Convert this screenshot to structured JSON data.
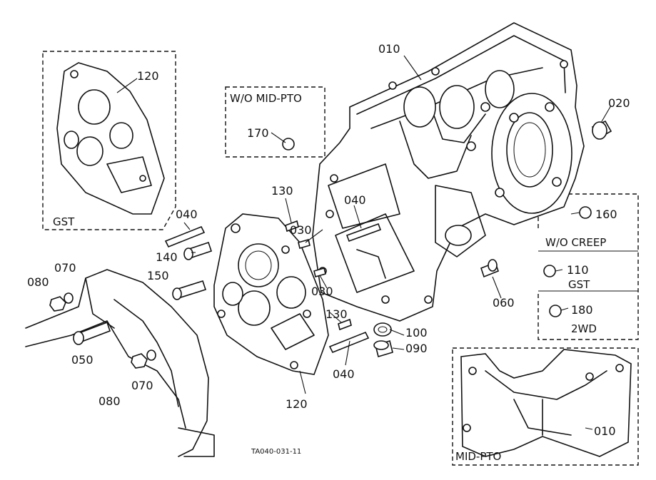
{
  "diagram": {
    "part_labels": {
      "p010_main": "010",
      "p020": "020",
      "p120_top": "120",
      "p120_bottom": "120",
      "p170": "170",
      "p130_top": "130",
      "p130_bottom": "130",
      "p040_left": "040",
      "p040_mid": "040",
      "p040_bottom": "040",
      "p030_top": "030",
      "p030_bottom": "030",
      "p140": "140",
      "p150": "150",
      "p070_top": "070",
      "p070_bottom": "070",
      "p080_top": "080",
      "p080_bottom": "080",
      "p050": "050",
      "p060": "060",
      "p100": "100",
      "p090": "090",
      "p160": "160",
      "p110": "110",
      "p180": "180",
      "p010_inset": "010"
    },
    "notes": {
      "wo_mid_pto": "W/O MID-PTO",
      "gst_top": "GST",
      "wo_creep": "W/O CREEP",
      "gst_right": "GST",
      "twowd": "2WD",
      "mid_pto": "MID-PTO"
    },
    "drawing_code": "TA040-031-11"
  }
}
